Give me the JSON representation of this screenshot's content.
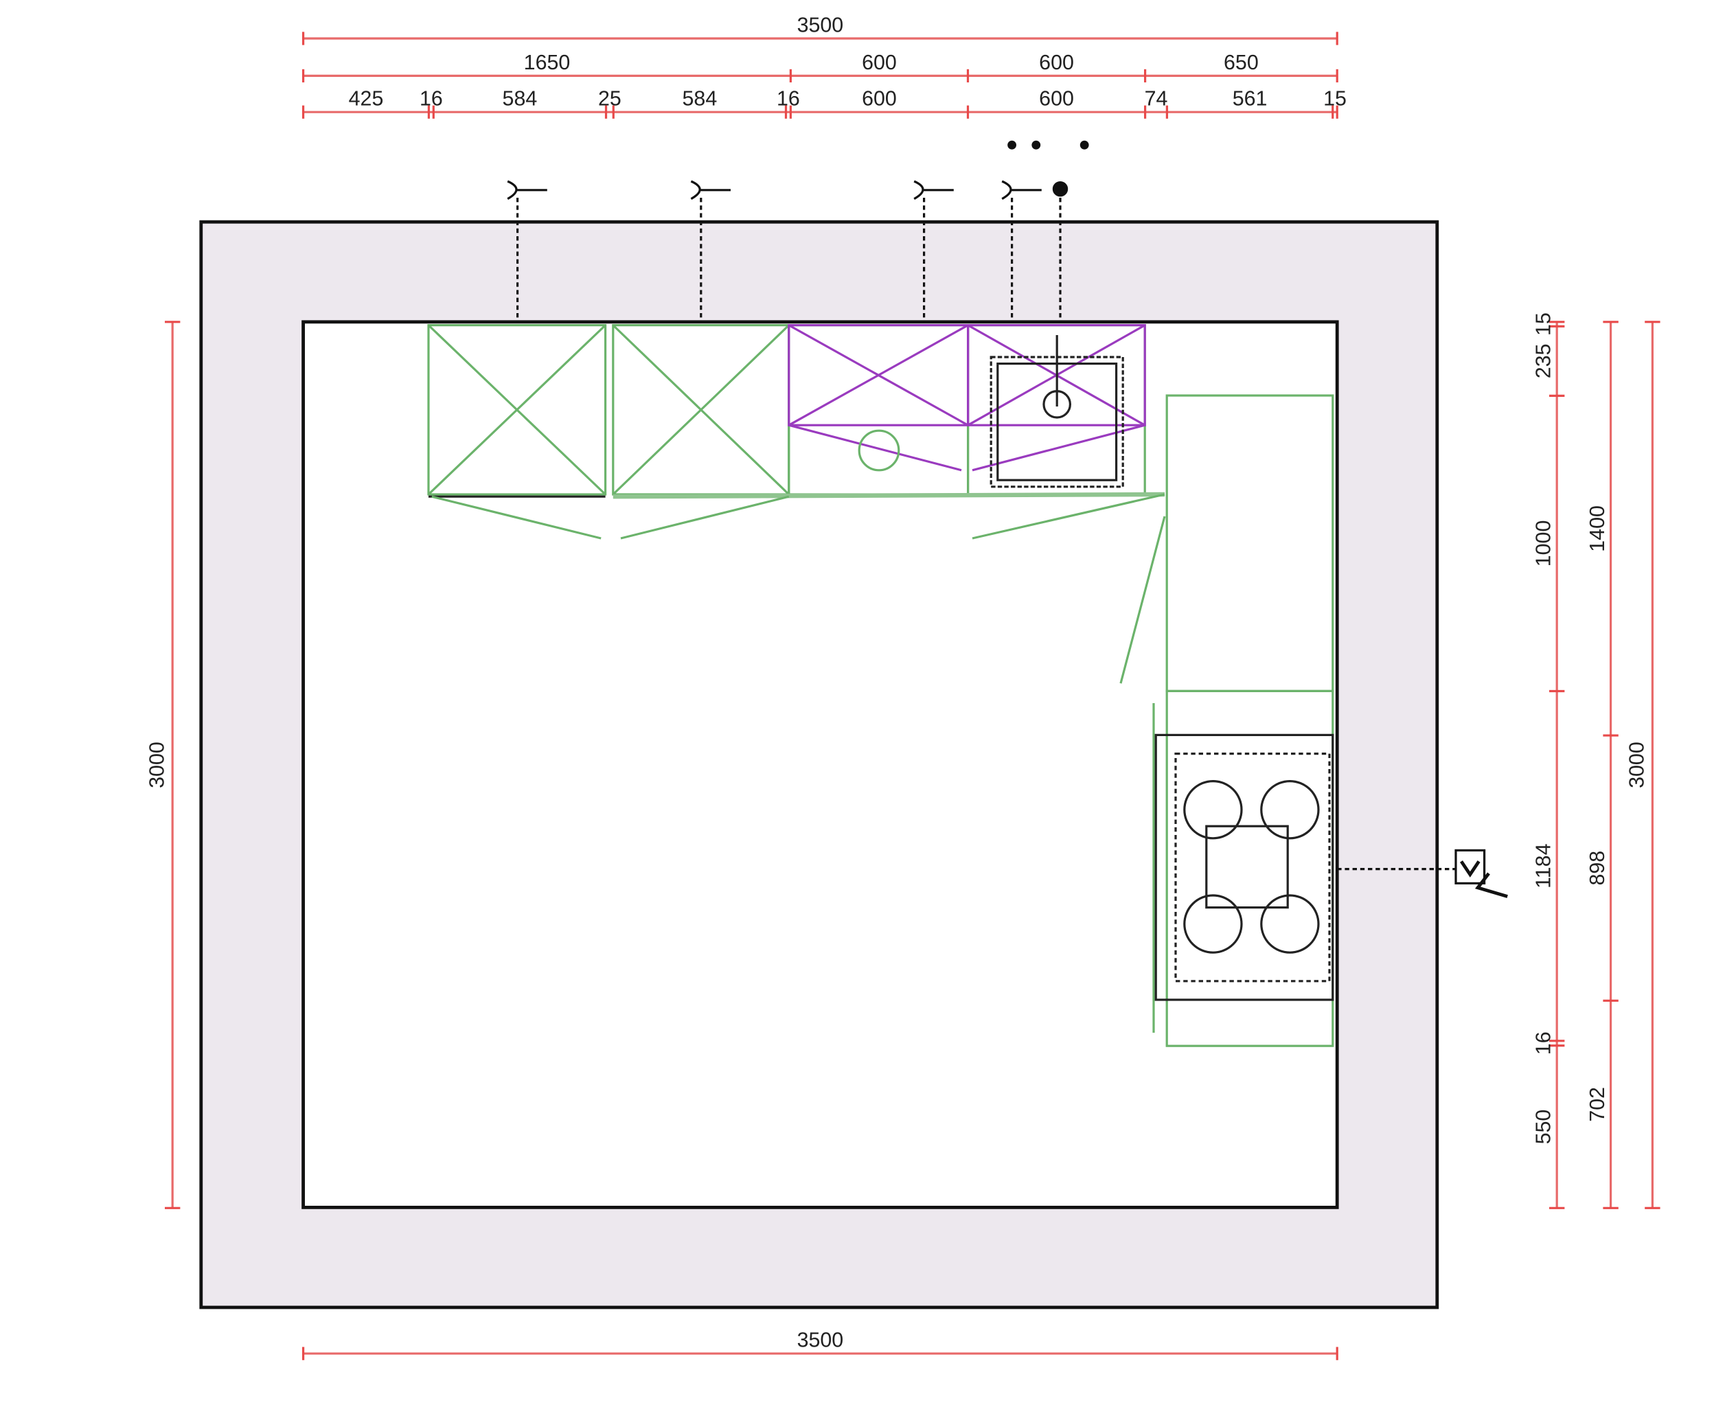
{
  "room": {
    "width_mm": 3500,
    "depth_mm": 3000
  },
  "dimensions": {
    "top_total": {
      "label": "3500",
      "segments": [
        3500
      ]
    },
    "top_row2": {
      "labels": [
        "1650",
        "600",
        "600",
        "650"
      ],
      "segments": [
        1650,
        600,
        600,
        650
      ]
    },
    "top_row3": {
      "labels": [
        "425",
        "16",
        "584",
        "25",
        "584",
        "16",
        "600",
        "600",
        "74",
        "561",
        "15"
      ],
      "segments": [
        425,
        16,
        584,
        25,
        584,
        16,
        600,
        600,
        74,
        561,
        15
      ]
    },
    "bottom_total": {
      "label": "3500"
    },
    "left_total": {
      "label": "3000"
    },
    "right_col1": {
      "labels": [
        "15",
        "235",
        "1000",
        "1184",
        "16",
        "550"
      ],
      "segments": [
        15,
        235,
        1000,
        1184,
        16,
        550
      ]
    },
    "right_col2": {
      "labels": [
        "1400",
        "898",
        "702"
      ],
      "segments": [
        1400,
        898,
        702
      ]
    },
    "right_col3": {
      "label": "3000"
    }
  },
  "colors": {
    "wall": "#ede8ee",
    "dimension": "#e86a6a",
    "base_cabinet": "#6bb36b",
    "wall_cabinet": "#9a3bbf"
  }
}
